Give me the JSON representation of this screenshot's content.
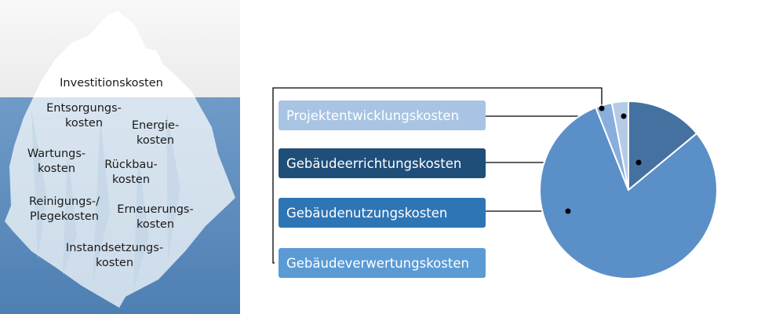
{
  "iceberg": {
    "above_label": "Investitionskosten",
    "below_labels": [
      [
        "Entsorgungs-",
        "kosten"
      ],
      [
        "Energie-",
        "kosten"
      ],
      [
        "Wartungs-",
        "kosten"
      ],
      [
        "Rückbau-",
        "kosten"
      ],
      [
        "Reinigungs-/",
        "Plegekosten"
      ],
      [
        "Erneuerungs-",
        "kosten"
      ],
      [
        "Instandsetzungs-",
        "kosten"
      ]
    ]
  },
  "legend": {
    "items": [
      {
        "label": "Projektentwicklungskosten",
        "fill": "#a9c4e2",
        "text": "#ffffff"
      },
      {
        "label": "Gebäudeerrichtungskosten",
        "fill": "#1f4e79",
        "text": "#ffffff"
      },
      {
        "label": "Gebäudenutzungskosten",
        "fill": "#2e75b6",
        "text": "#ffffff"
      },
      {
        "label": "Gebäudeverwertungskosten",
        "fill": "#5b9bd5",
        "text": "#ffffff"
      }
    ]
  },
  "chart_data": {
    "type": "pie",
    "slices": [
      {
        "label": "Gebäudeerrichtungskosten",
        "value": 14,
        "color": "#44719f"
      },
      {
        "label": "Gebäudenutzungskosten",
        "value": 80,
        "color": "#5b8fc7"
      },
      {
        "label": "Gebäudeverwertungskosten",
        "value": 3,
        "color": "#88aedb"
      },
      {
        "label": "Projektentwicklungskosten",
        "value": 3,
        "color": "#b3cbe6"
      }
    ]
  }
}
